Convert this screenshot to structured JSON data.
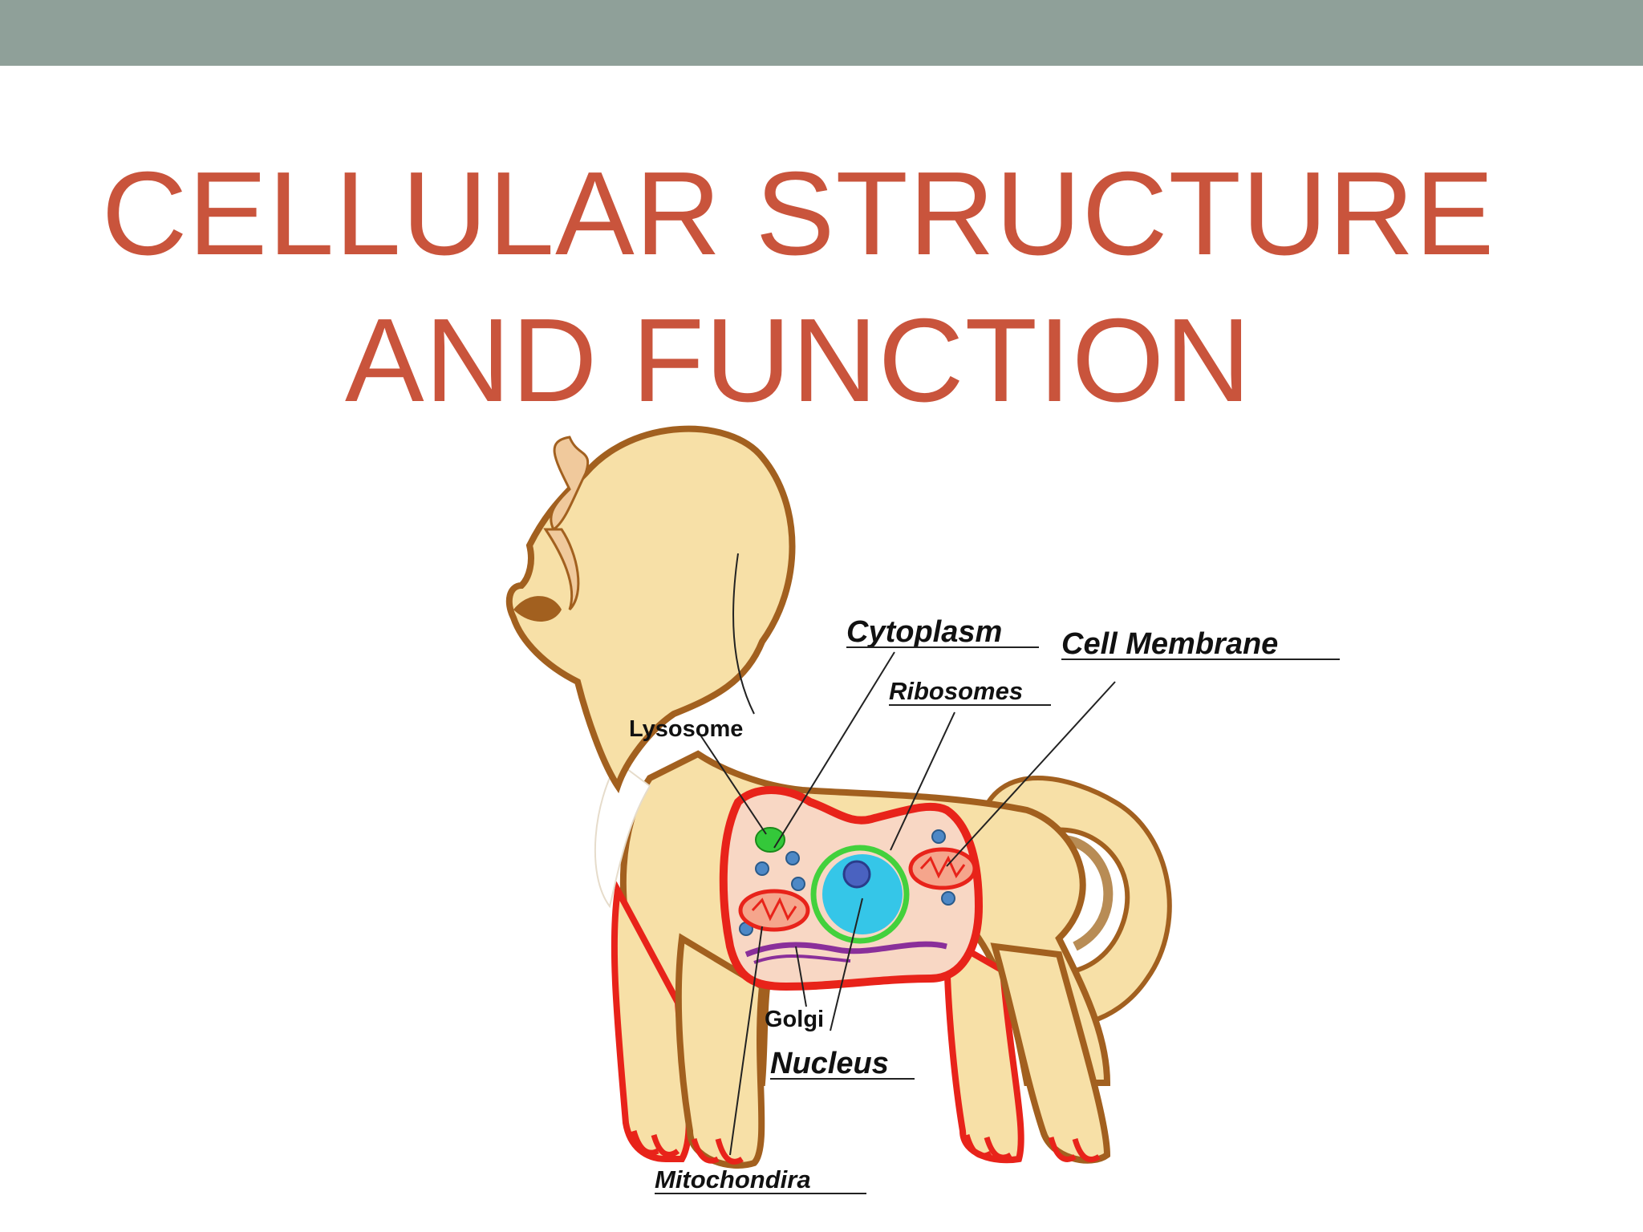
{
  "slide": {
    "title_line1": "CELLULAR STRUCTURE",
    "title_line2": "AND FUNCTION",
    "title_color": "#c9543c",
    "top_bar_color": "#8fa099"
  },
  "figure": {
    "labels": {
      "cytoplasm": "Cytoplasm",
      "cell_membrane": "Cell Membrane",
      "ribosomes": "Ribosomes",
      "lysosome": "Lysosome",
      "golgi": "Golgi",
      "nucleus": "Nucleus",
      "mitochondira": "Mitochondira"
    },
    "colors": {
      "fur": "#f7e0a7",
      "outline": "#a2601f",
      "membrane": "#e8231a",
      "cytoplasm": "#f8d7c4",
      "nucleus": "#35c6e8",
      "nucleolus": "#4a62c0",
      "envelope": "#43d13c",
      "ribosome": "#4d88c6",
      "golgi": "#8a2f9a",
      "mitochondria": "#f5a58c"
    }
  }
}
